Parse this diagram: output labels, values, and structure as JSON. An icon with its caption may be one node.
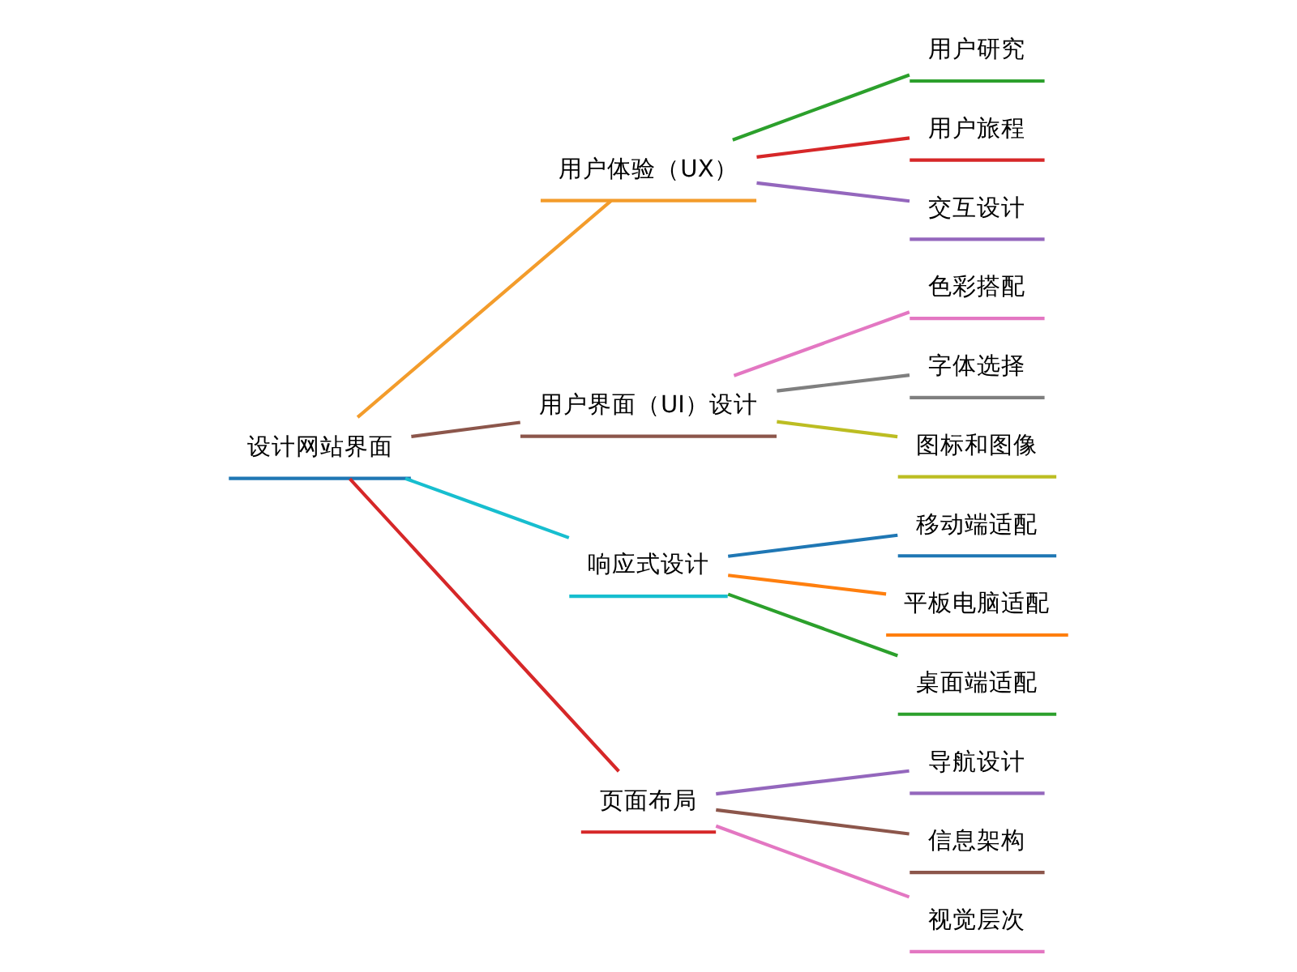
{
  "diagram": {
    "nodes": [
      {
        "text": [
          "设计网站界面"
        ]
      },
      {
        "text": [
          "用户体验（UX）"
        ]
      },
      {
        "text": [
          "用户研究"
        ]
      },
      {
        "text": [
          "用户旅程"
        ]
      },
      {
        "text": [
          "交互设计"
        ]
      },
      {
        "text": [
          "用户界面（UI）设计"
        ]
      },
      {
        "text": [
          "色彩搭配"
        ]
      },
      {
        "text": [
          "字体选择"
        ]
      },
      {
        "text": [
          "图标和图像"
        ]
      },
      {
        "text": [
          "响应式设计"
        ]
      },
      {
        "text": [
          "移动端适配"
        ]
      },
      {
        "text": [
          "平板电脑适配"
        ]
      },
      {
        "text": [
          "桌面端适配"
        ]
      },
      {
        "text": [
          "页面布局"
        ]
      },
      {
        "text": [
          "导航设计"
        ]
      },
      {
        "text": [
          "信息架构"
        ]
      },
      {
        "text": [
          "视觉层次"
        ]
      }
    ],
    "edges": [
      {
        "from": 0,
        "to": 1,
        "arrow": "none",
        "color": "#f39c2b"
      },
      {
        "from": 1,
        "to": 2,
        "arrow": "none",
        "color": "#2ca02c"
      },
      {
        "from": 1,
        "to": 3,
        "arrow": "none",
        "color": "#d62728"
      },
      {
        "from": 1,
        "to": 4,
        "arrow": "none",
        "color": "#9467bd"
      },
      {
        "from": 0,
        "to": 5,
        "arrow": "none",
        "color": "#8c564b"
      },
      {
        "from": 5,
        "to": 6,
        "arrow": "none",
        "color": "#e377c2"
      },
      {
        "from": 5,
        "to": 7,
        "arrow": "none",
        "color": "#7f7f7f"
      },
      {
        "from": 5,
        "to": 8,
        "arrow": "none",
        "color": "#bcbd22"
      },
      {
        "from": 0,
        "to": 9,
        "arrow": "none",
        "color": "#17becf"
      },
      {
        "from": 9,
        "to": 10,
        "arrow": "none",
        "color": "#1f77b4"
      },
      {
        "from": 9,
        "to": 11,
        "arrow": "none",
        "color": "#ff7f0e"
      },
      {
        "from": 9,
        "to": 12,
        "arrow": "none",
        "color": "#2ca02c"
      },
      {
        "from": 0,
        "to": 13,
        "arrow": "none",
        "color": "#d62728"
      },
      {
        "from": 13,
        "to": 14,
        "arrow": "none",
        "color": "#9467bd"
      },
      {
        "from": 13,
        "to": 15,
        "arrow": "none",
        "color": "#8c564b"
      },
      {
        "from": 13,
        "to": 16,
        "arrow": "none",
        "color": "#e377c2"
      }
    ]
  }
}
